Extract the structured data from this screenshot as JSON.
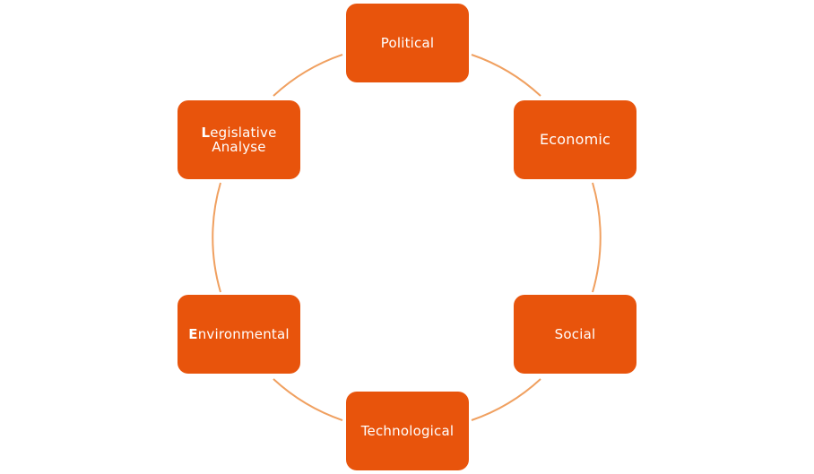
{
  "diagram": {
    "accent_color": "#e8540c",
    "connector_color": "#f0a060",
    "nodes": {
      "political": {
        "label": "Political"
      },
      "economic": {
        "label": "Economic"
      },
      "social": {
        "label": "Social"
      },
      "technological": {
        "label": "Technological"
      },
      "environmental": {
        "initial": "E",
        "rest": "nvironmental"
      },
      "legislative": {
        "initial": "L",
        "rest": "egislative",
        "line2": "Analyse"
      }
    }
  }
}
